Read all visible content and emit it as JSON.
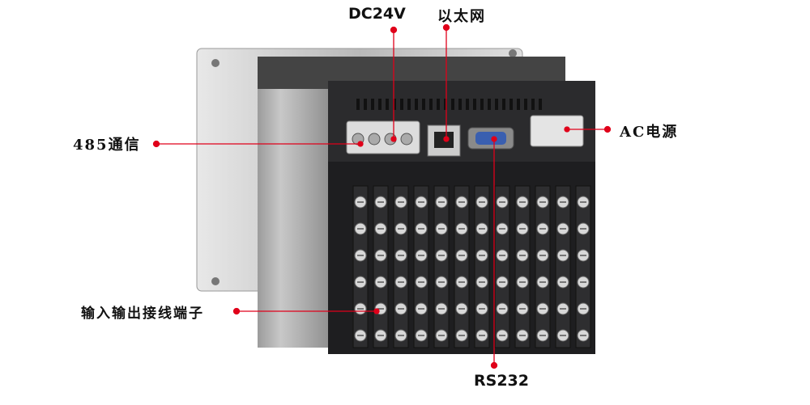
{
  "labels": {
    "dc24v": "DC24V",
    "ethernet": "以太网",
    "rs485": "485通信",
    "ac_power": "AC电源",
    "io_terminals": "输入输出接线端子",
    "rs232": "RS232"
  },
  "colors": {
    "annotation": "#e0001a",
    "housing": "#2b2b2d",
    "panel": "#c9c9c9"
  },
  "terminal_block": {
    "columns": 12,
    "rows": 6
  }
}
